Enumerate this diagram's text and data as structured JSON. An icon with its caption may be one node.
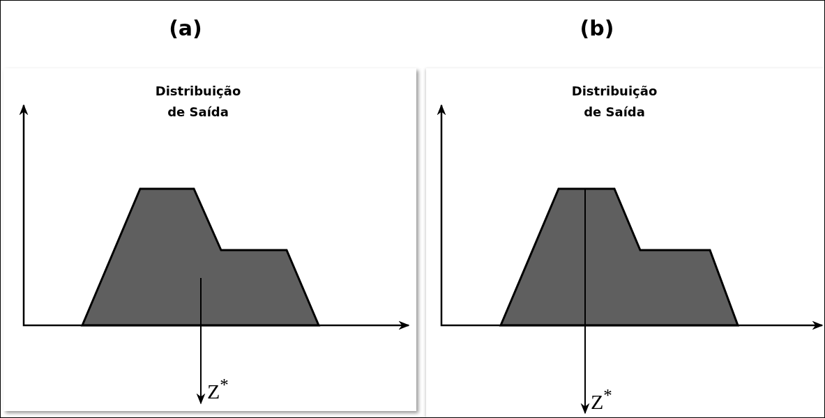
{
  "diagram": {
    "labels": [
      "(a)",
      "(b)",
      "Distribuição de Saída",
      "Distribuição de Saída",
      "Z$^{*}$",
      "Z$^{*}$"
    ]
  }
}
